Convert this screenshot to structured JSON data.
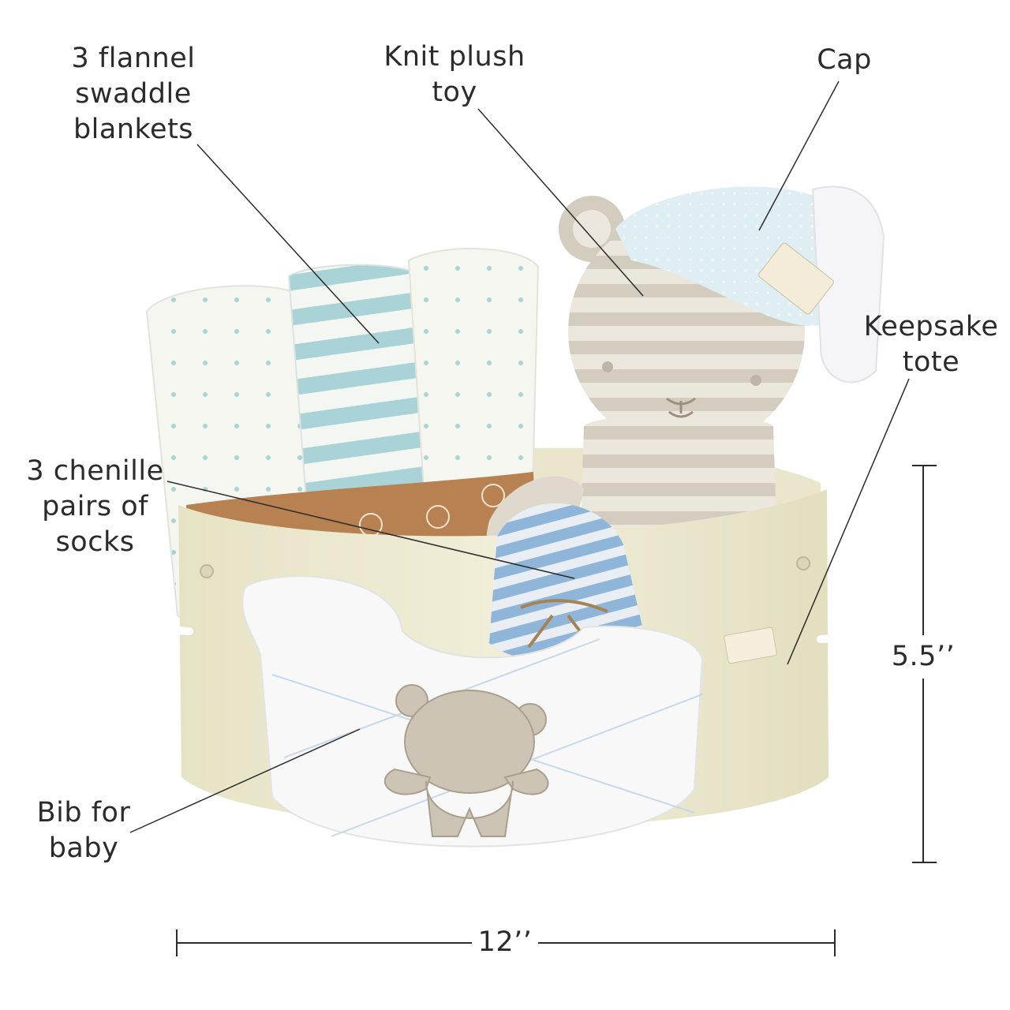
{
  "callouts": {
    "swaddle": {
      "lines": [
        "3 flannel",
        "swaddle",
        "blankets"
      ]
    },
    "plush": {
      "lines": [
        "Knit plush",
        "toy"
      ]
    },
    "cap": {
      "lines": [
        "Cap"
      ]
    },
    "tote": {
      "lines": [
        "Keepsake",
        "tote"
      ]
    },
    "socks": {
      "lines": [
        "3 chenille",
        "pairs of",
        "socks"
      ]
    },
    "bib": {
      "lines": [
        "Bib for",
        "baby"
      ]
    }
  },
  "dimensions": {
    "height": "5.5’’",
    "width": "12’’"
  },
  "colors": {
    "text": "#2b2b2b",
    "tote": "#ecead0",
    "blanket_white": "#f6f6f1",
    "blanket_blue": "#a9d3d6",
    "kraft_band": "#b88152",
    "plush_stripe": "#d3cdc0",
    "cap": "#dfeef2",
    "socks": "#8fb6d9"
  }
}
